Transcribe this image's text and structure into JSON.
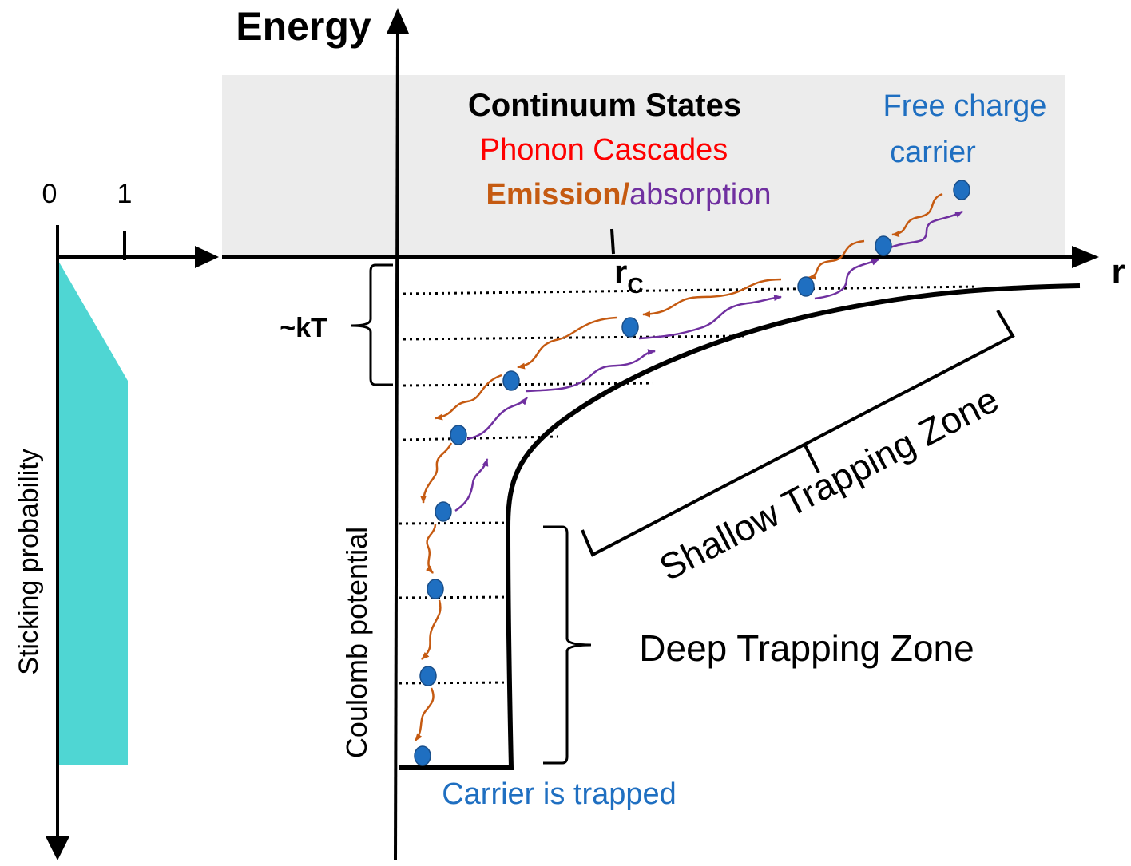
{
  "axes": {
    "energy_label": "Energy",
    "r_label": "r",
    "rc_main": "r",
    "rc_sub": "C"
  },
  "probability_axis": {
    "tick_0": "0",
    "tick_1": "1",
    "label": "Sticking probability"
  },
  "continuum": {
    "title": "Continuum States",
    "phonon": "Phonon Cascades",
    "emission": "Emission/",
    "absorption": "absorption",
    "free_line1": "Free charge",
    "free_line2": "carrier"
  },
  "labels": {
    "kt": "~kT",
    "coulomb": "Coulomb potential",
    "shallow": "Shallow Trapping Zone",
    "deep": "Deep Trapping Zone",
    "trapped": "Carrier is  trapped"
  },
  "colors": {
    "fill_cyan": "#4fd6d3",
    "continuum_bg": "#ececec",
    "carrier_blue": "#1f6fc1",
    "emission_orange": "#c55a11",
    "absorption_purple": "#7030a0",
    "phonon_red": "#ff0000"
  }
}
